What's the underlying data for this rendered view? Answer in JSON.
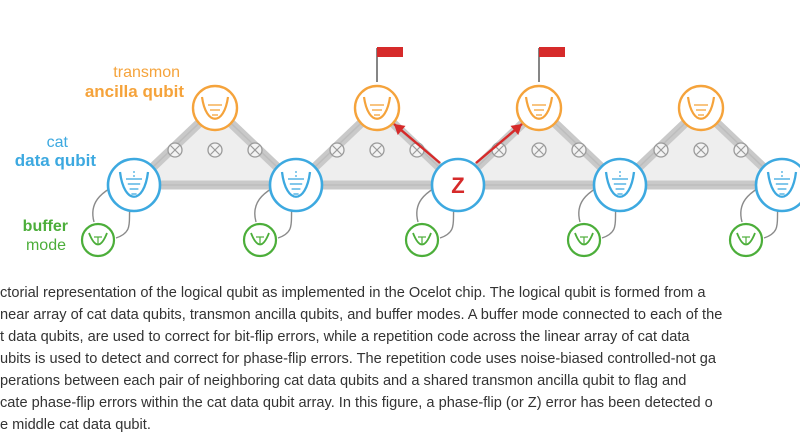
{
  "labels": {
    "transmon": [
      "transmon",
      "ancilla qubit"
    ],
    "cat": [
      "cat",
      "data qubit"
    ],
    "buffer": [
      "buffer",
      "mode"
    ]
  },
  "error_label": "Z",
  "colors": {
    "transmon": "#f5a33b",
    "cat": "#3da9e0",
    "buffer": "#4cae3a",
    "error": "#d62a2a",
    "flag": "#d62a2a"
  },
  "caption_lines": [
    "ctorial representation of the logical qubit as implemented in the Ocelot chip. The logical qubit is formed from a",
    "near array of cat data qubits, transmon ancilla qubits, and buffer modes. A buffer mode connected to each of the",
    "t data qubits, are used to correct for bit-flip errors, while a repetition code across the linear array of cat data",
    "ubits is used to detect and correct for phase-flip errors. The repetition code uses noise-biased controlled-not ga",
    "perations between each pair of neighboring cat data qubits and a shared transmon ancilla qubit to flag and",
    "cate phase-flip errors within the cat data qubit array. In this figure, a phase-flip (or Z) error has been detected o",
    "e middle cat data qubit."
  ]
}
